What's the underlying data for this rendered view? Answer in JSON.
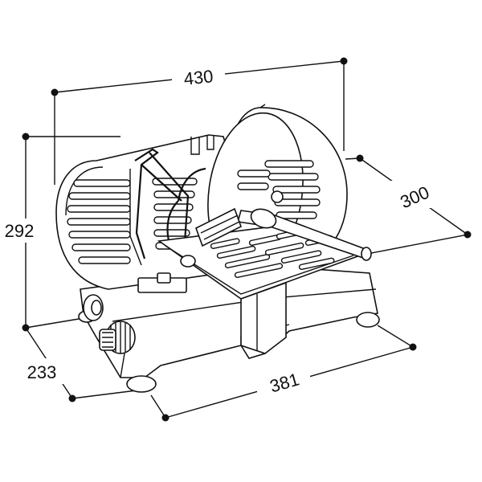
{
  "diagram": {
    "subject": "meat slicer technical drawing",
    "dimensions": {
      "width": "430",
      "height": "292",
      "depth_right": "300",
      "front": "381",
      "depth_left": "233"
    },
    "colors": {
      "line": "#111111",
      "background": "#ffffff"
    }
  }
}
